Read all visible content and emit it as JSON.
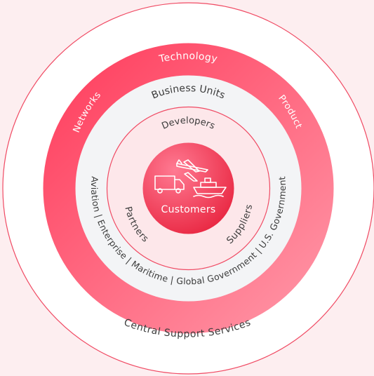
{
  "diagram": {
    "outer_ring": {
      "label": "Central Support Services"
    },
    "red_ring": {
      "labels": {
        "left": "Networks",
        "top": "Technology",
        "right": "Product"
      }
    },
    "grey_ring": {
      "top_label": "Business Units",
      "segments_label": "Aviation | Enterprise | Maritime | Global Government | U.S. Government"
    },
    "pink_ring": {
      "labels": {
        "top": "Developers",
        "left": "Partners",
        "right": "Suppliers"
      }
    },
    "center": {
      "label": "Customers",
      "icons": [
        "airplane-icon",
        "truck-icon",
        "ship-icon"
      ]
    },
    "colors": {
      "background": "#fdeef0",
      "outer_stroke": "#f04a63",
      "red_dark": "#ff3a5a",
      "red_light": "#ff9aaa",
      "grey_ring": "#f3f4f6",
      "pink_ring": "#fde7ea",
      "center_dark": "#e8243f",
      "center_light": "#ff7a92",
      "text_dark": "#3b3b3b",
      "text_light": "#ffffff"
    }
  }
}
